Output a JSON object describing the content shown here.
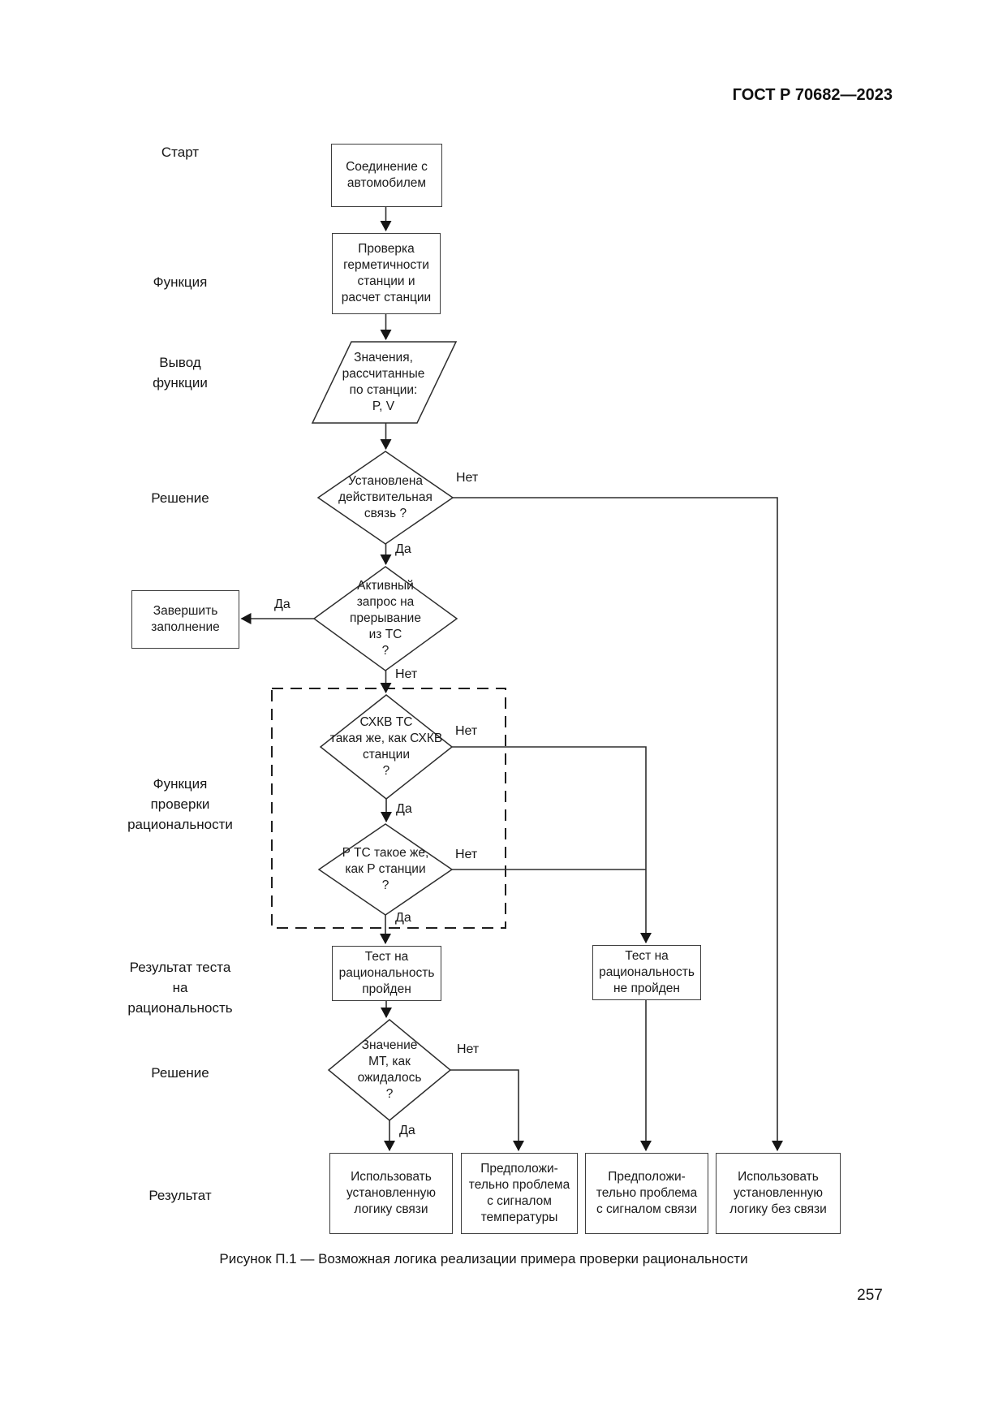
{
  "page": {
    "header": "ГОСТ Р 70682—2023",
    "caption": "Рисунок П.1 — Возможная логика реализации примера проверки рациональности",
    "page_number": "257"
  },
  "row_labels": {
    "start": "Старт",
    "function": "Функция",
    "function_output": "Вывод\nфункции",
    "decision1": "Решение",
    "rationality_check": "Функция\nпроверки\nрациональности",
    "test_result": "Результат теста\nна\nрациональность",
    "decision2": "Решение",
    "result": "Результат"
  },
  "nodes": {
    "connect_vehicle": "Соединение с\nавтомобилем",
    "station_check": "Проверка\nгерметичности\nстанции и\nрасчет станции",
    "station_values": "Значения,\nрассчитанные\nпо станции:\nP, V",
    "link_established": "Установлена\nдействительная\nсвязь ?",
    "interrupt_request": "Активный\nзапрос на\nпрерывание\nиз ТС\n?",
    "finish_filling": "Завершить\nзаполнение",
    "schkv_same": "СХКВ ТС\nтакая же, как СХКВ\nстанции\n?",
    "p_same": "P ТС такое же,\nкак P станции\n?",
    "test_passed": "Тест на\nрациональность\nпройден",
    "test_failed": "Тест на\nрациональность\nне пройден",
    "mt_expected": "Значение\nМТ, как\nожидалось\n?",
    "use_link_logic": "Использовать\nустановленную\nлогику связи",
    "temp_signal_problem": "Предположи-\nтельно проблема\nс сигналом\nтемпературы",
    "link_signal_problem": "Предположи-\nтельно проблема\nс сигналом связи",
    "use_no_link_logic": "Использовать\nустановленную\nлогику без связи"
  },
  "edge_labels": {
    "yes": "Да",
    "no": "Нет"
  }
}
